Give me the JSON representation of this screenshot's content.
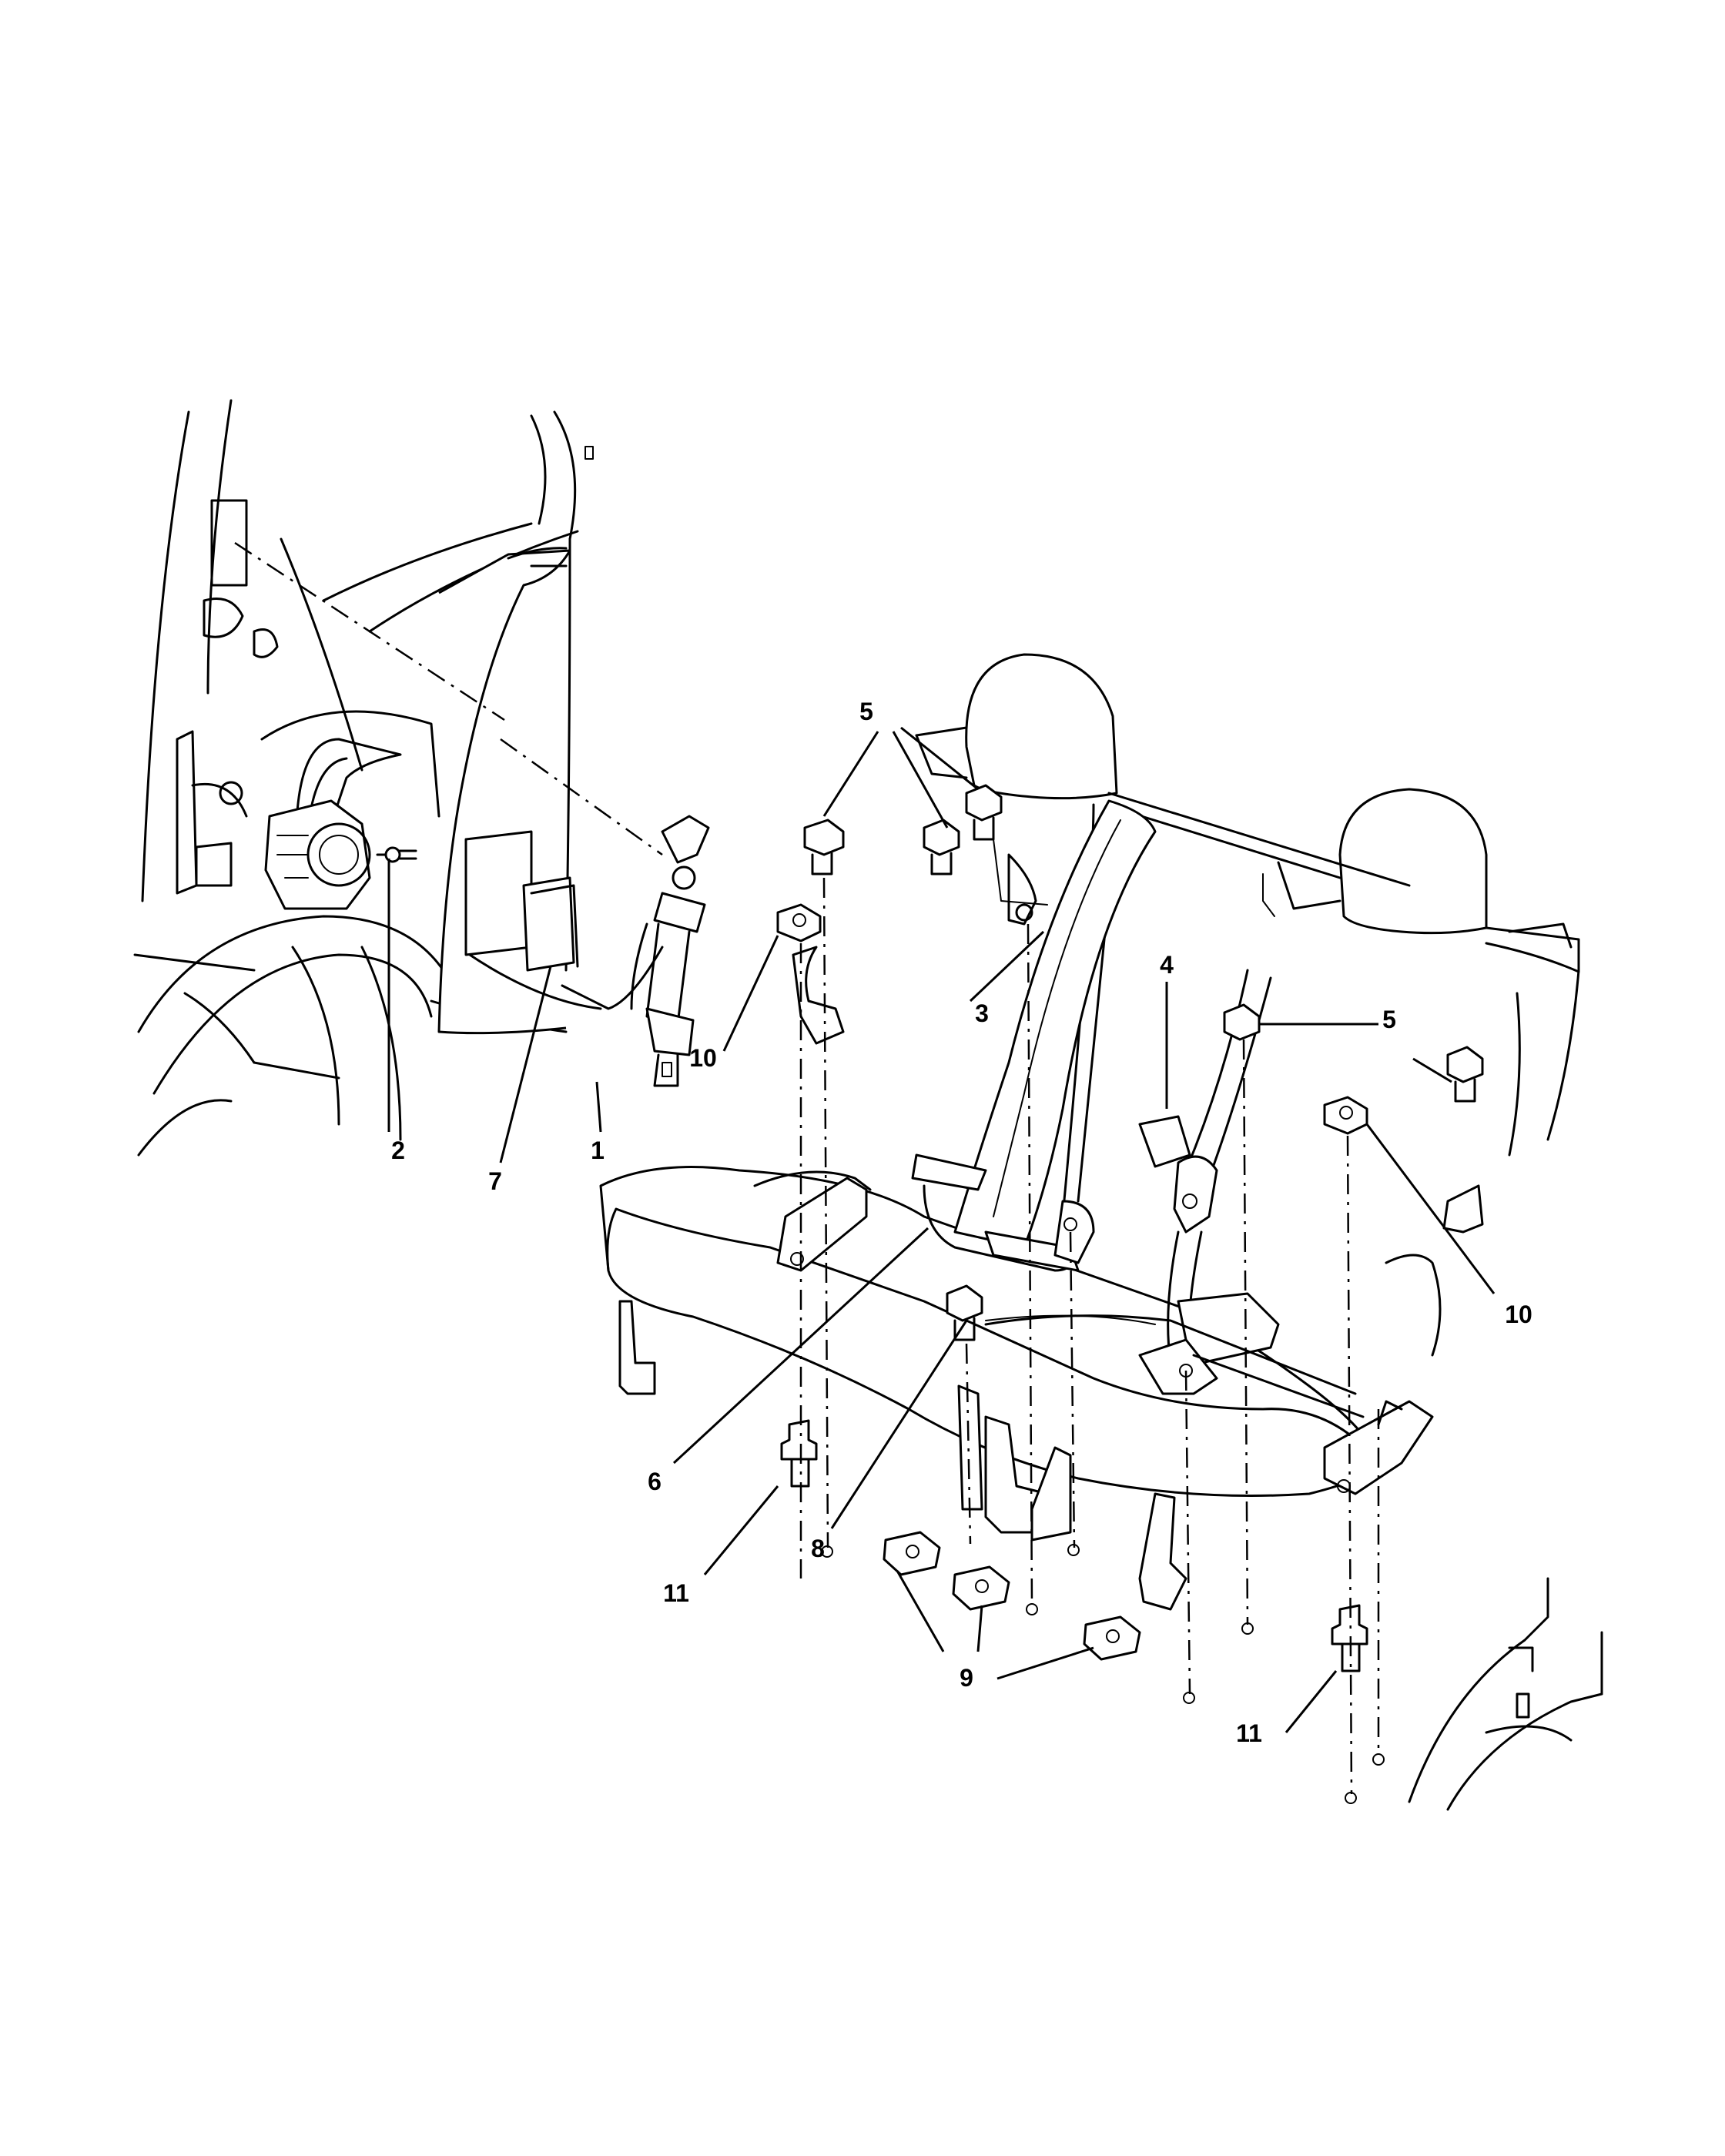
{
  "diagram": {
    "type": "exploded-parts-illustration",
    "subject": "rear seat belt assembly",
    "callouts": [
      {
        "id": "c1",
        "label": "1"
      },
      {
        "id": "c2",
        "label": "2"
      },
      {
        "id": "c3",
        "label": "3"
      },
      {
        "id": "c4",
        "label": "4"
      },
      {
        "id": "c5a",
        "label": "5"
      },
      {
        "id": "c5b",
        "label": "5"
      },
      {
        "id": "c6",
        "label": "6"
      },
      {
        "id": "c7",
        "label": "7"
      },
      {
        "id": "c8",
        "label": "8"
      },
      {
        "id": "c9",
        "label": "9"
      },
      {
        "id": "c10a",
        "label": "10"
      },
      {
        "id": "c10b",
        "label": "10"
      },
      {
        "id": "c11a",
        "label": "11"
      },
      {
        "id": "c11b",
        "label": "11"
      }
    ]
  },
  "colors": {
    "line": "#000000",
    "background": "#ffffff"
  }
}
